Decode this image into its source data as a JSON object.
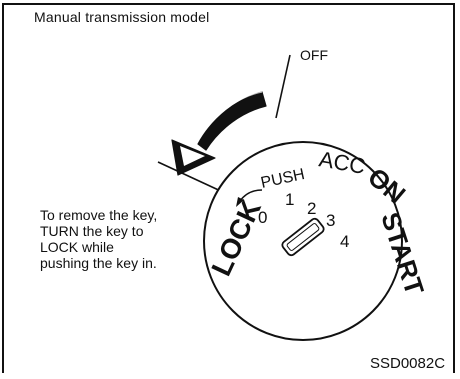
{
  "title": "Manual transmission model",
  "positions": {
    "off": "OFF",
    "lock": "LOCK",
    "push": "PUSH",
    "acc": "ACC",
    "on": "ON",
    "start": "START",
    "numbers": [
      "0",
      "1",
      "2",
      "3",
      "4"
    ]
  },
  "instructions": [
    "To remove the key,",
    "TURN the key to",
    "LOCK while",
    "pushing the key in."
  ],
  "reference_code": "SSD0082C",
  "colors": {
    "ink": "#111111",
    "paper": "#ffffff"
  }
}
